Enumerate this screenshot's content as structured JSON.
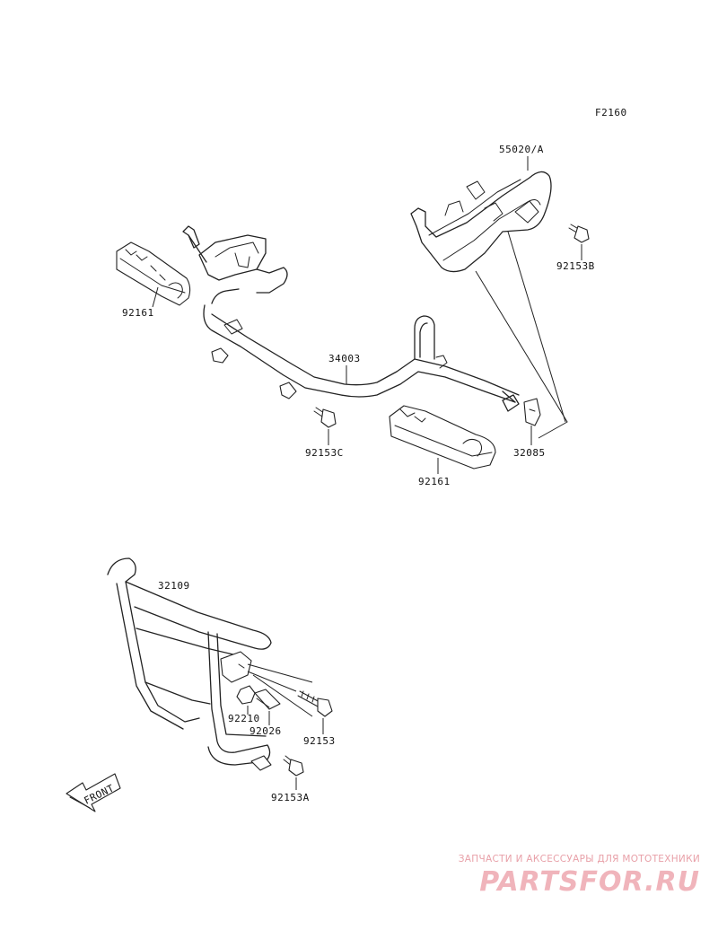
{
  "diagram": {
    "code": "F2160",
    "labels": {
      "p55020": "55020/A",
      "p92153B": "92153B",
      "p92161_left": "92161",
      "p34003": "34003",
      "p92153C": "92153C",
      "p32085": "32085",
      "p92161_right": "92161",
      "p32109": "32109",
      "p92210": "92210",
      "p92026": "92026",
      "p92153": "92153",
      "p92153A": "92153A"
    },
    "front_arrow": "FRONT"
  },
  "watermark": {
    "tagline": "ЗАПЧАСТИ И АКСЕССУАРЫ ДЛЯ МОТОТЕХНИКИ",
    "logo": "PARTSFOR.RU"
  }
}
